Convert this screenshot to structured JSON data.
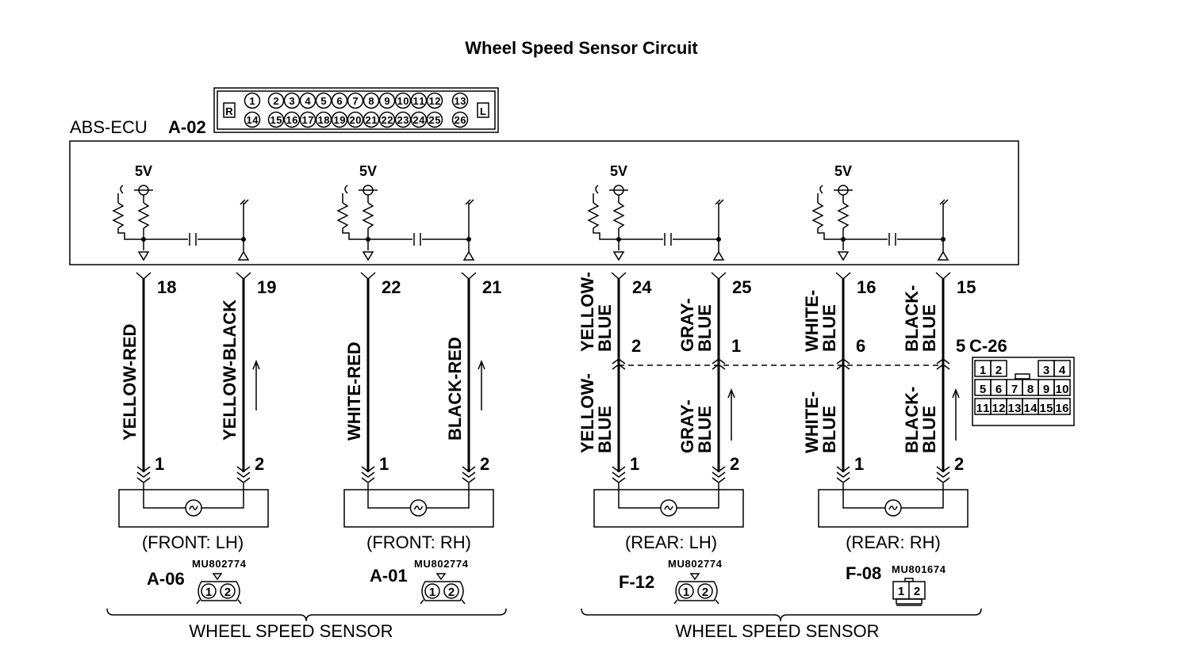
{
  "title": "Wheel Speed Sensor Circuit",
  "ecu": {
    "label": "ABS-ECU",
    "connector_id": "A-02",
    "pins_row1": [
      "1",
      "2",
      "3",
      "4",
      "5",
      "6",
      "7",
      "8",
      "9",
      "10",
      "11",
      "12",
      "13"
    ],
    "pins_row2": [
      "14",
      "15",
      "16",
      "17",
      "18",
      "19",
      "20",
      "21",
      "22",
      "23",
      "24",
      "25",
      "26"
    ],
    "side_left": "R",
    "side_right": "L",
    "supply": "5V"
  },
  "wires": {
    "fl_sig": {
      "ecu_pin": "18",
      "color": "YELLOW-RED",
      "sensor_pin": "1"
    },
    "fl_gnd": {
      "ecu_pin": "19",
      "color": "YELLOW-BLACK",
      "sensor_pin": "2"
    },
    "fr_sig": {
      "ecu_pin": "22",
      "color": "WHITE-RED",
      "sensor_pin": "1"
    },
    "fr_gnd": {
      "ecu_pin": "21",
      "color": "BLACK-RED",
      "sensor_pin": "2"
    },
    "rl_sig": {
      "ecu_pin": "24",
      "color_top_1": "YELLOW-",
      "color_top_2": "BLUE",
      "joint_pin": "2",
      "color_bot_1": "YELLOW-",
      "color_bot_2": "BLUE",
      "sensor_pin": "1"
    },
    "rl_gnd": {
      "ecu_pin": "25",
      "color_top_1": "GRAY-",
      "color_top_2": "BLUE",
      "joint_pin": "1",
      "color_bot_1": "GRAY-",
      "color_bot_2": "BLUE",
      "sensor_pin": "2"
    },
    "rr_sig": {
      "ecu_pin": "16",
      "color_top_1": "WHITE-",
      "color_top_2": "BLUE",
      "joint_pin": "6",
      "color_bot_1": "WHITE-",
      "color_bot_2": "BLUE",
      "sensor_pin": "1"
    },
    "rr_gnd": {
      "ecu_pin": "15",
      "color_top_1": "BLACK-",
      "color_top_2": "BLUE",
      "joint_pin": "5",
      "color_bot_1": "BLACK-",
      "color_bot_2": "BLUE",
      "sensor_pin": "2"
    }
  },
  "joint_connector": {
    "id": "C-26",
    "row1": [
      "1",
      "2",
      "3",
      "4"
    ],
    "row2": [
      "5",
      "6",
      "7",
      "8",
      "9",
      "10"
    ],
    "row3": [
      "11",
      "12",
      "13",
      "14",
      "15",
      "16"
    ]
  },
  "sensors": {
    "fl": {
      "position": "(FRONT: LH)",
      "connector": "A-06",
      "part": "MU802774",
      "pin1": "1",
      "pin2": "2"
    },
    "fr": {
      "position": "(FRONT: RH)",
      "connector": "A-01",
      "part": "MU802774",
      "pin1": "1",
      "pin2": "2"
    },
    "rl": {
      "position": "(REAR: LH)",
      "connector": "F-12",
      "part": "MU802774",
      "pin1": "1",
      "pin2": "2"
    },
    "rr": {
      "position": "(REAR: RH)",
      "connector": "F-08",
      "part": "MU801674",
      "pin1": "1",
      "pin2": "2"
    }
  },
  "group_labels": {
    "front": "WHEEL SPEED SENSOR",
    "rear": "WHEEL SPEED SENSOR"
  }
}
